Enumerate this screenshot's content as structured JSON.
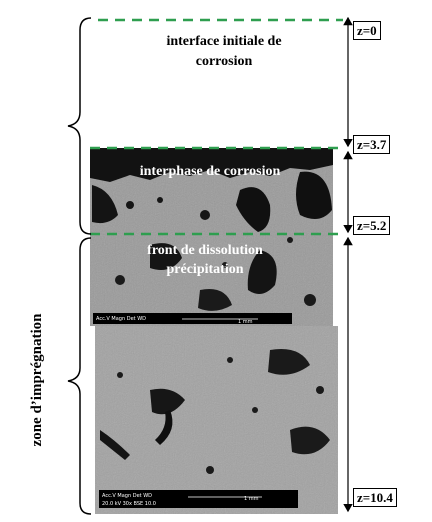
{
  "labels": {
    "initial_interface_line1": "interface initiale de",
    "initial_interface_line2": "corrosion",
    "corrosion_interphase": "interphase de corrosion",
    "dissolution_front_line1": "front de dissolution",
    "dissolution_front_line2": "précipitation",
    "impregnation_zone": "zone d’imprégnation"
  },
  "depth_markers": [
    {
      "label": "z=0"
    },
    {
      "label": "z=3.7"
    },
    {
      "label": "z=5.2"
    },
    {
      "label": "z=10.4"
    }
  ],
  "sem_bars": [
    {
      "line1": "Acc.V   Magn    Det  WD",
      "scale": "1 mm"
    },
    {
      "line1": "Acc.V   Magn    Det  WD",
      "line2": "20.0 kV  30x     BSE  10.0",
      "scale": "1 mm"
    }
  ],
  "colors": {
    "boundary_dashes": "#2e9e4f",
    "micrograph_matrix": "#9a9a9a",
    "pores": "#0f0f0f"
  }
}
